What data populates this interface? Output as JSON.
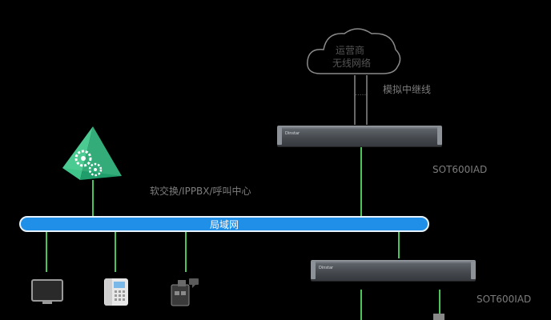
{
  "cloud": {
    "line1": "运营商",
    "line2": "无线网络",
    "dots": "......"
  },
  "trunk_label": "模拟中继线",
  "device1": {
    "label": "SOT600IAD",
    "brand": "Dinstar"
  },
  "device2": {
    "label": "SOT600IAD",
    "brand": "Dinstar"
  },
  "softswitch_label": "软交换/IPPBX/呼叫中心",
  "lan_label": "局域网",
  "colors": {
    "lan": "#1f8fe8",
    "link": "#4bc45a",
    "label": "#7d7d7d",
    "background": "#000000"
  },
  "icons": [
    "cloud-icon",
    "gear-pyramid-icon",
    "tv-icon",
    "ip-phone-icon",
    "fax-icon",
    "device-rack-icon"
  ]
}
